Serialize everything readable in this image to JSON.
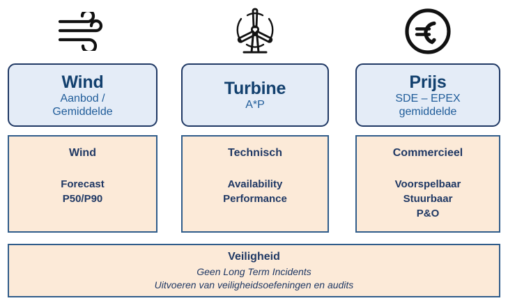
{
  "columns": [
    {
      "icon": "wind-icon",
      "title": "Wind",
      "subtitle_lines": [
        "Aanbod /",
        "Gemiddelde"
      ],
      "peach": {
        "heading": "Wind",
        "items": [
          "Forecast",
          "P50/P90"
        ]
      }
    },
    {
      "icon": "wind-turbine-icon",
      "title": "Turbine",
      "subtitle_lines": [
        "A*P"
      ],
      "peach": {
        "heading": "Technisch",
        "items": [
          "Availability",
          "Performance"
        ]
      }
    },
    {
      "icon": "euro-coin-icon",
      "title": "Prijs",
      "subtitle_lines": [
        "SDE – EPEX",
        "gemiddelde"
      ],
      "peach": {
        "heading": "Commercieel",
        "items": [
          "Voorspelbaar",
          "Stuurbaar",
          "P&O"
        ]
      }
    }
  ],
  "banner": {
    "heading": "Veiligheid",
    "lines": [
      "Geen Long Term Incidents",
      "Uitvoeren van veiligheidsoefeningen en audits"
    ]
  },
  "colors": {
    "blue_fill": "#e4ecf7",
    "blue_border": "#1f3864",
    "title_navy": "#12406e",
    "subtitle_blue": "#1f5c99",
    "peach_fill": "#fcead8",
    "peach_border": "#2f5c8a",
    "text_navy": "#1f3864",
    "icon_black": "#111111"
  }
}
